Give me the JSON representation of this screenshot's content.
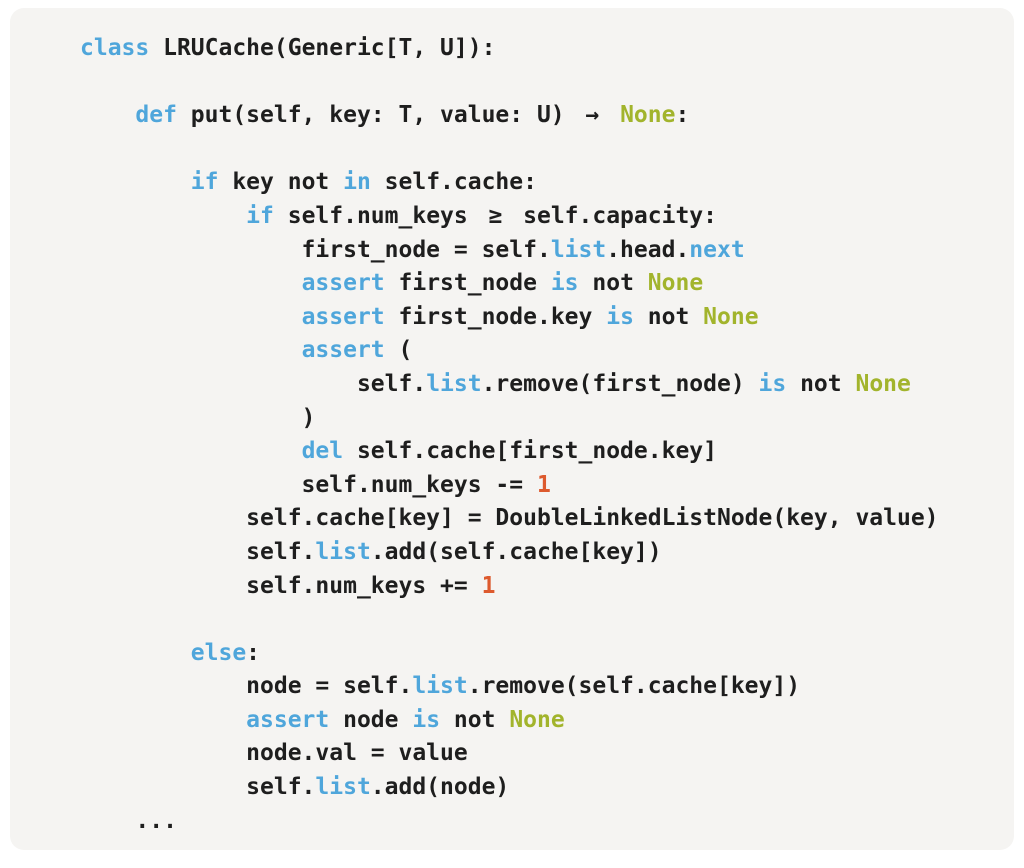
{
  "code": {
    "colors": {
      "page_background": "#ffffff",
      "card_background": "#f5f4f2",
      "text": "#1e1e1e",
      "keyword": "#4fa6db",
      "constant": "#a2b42c",
      "number": "#dd5a2e"
    },
    "lines": [
      {
        "segments": [
          {
            "t": "kw",
            "s": "class"
          },
          {
            "t": "p",
            "s": " LRUCache(Generic[T, U]):"
          }
        ]
      },
      {
        "segments": []
      },
      {
        "segments": [
          {
            "t": "p",
            "s": "    "
          },
          {
            "t": "kw",
            "s": "def"
          },
          {
            "t": "p",
            "s": " put(self, key: T, value: U) "
          },
          {
            "t": "lig",
            "s": "→"
          },
          {
            "t": "p",
            "s": " "
          },
          {
            "t": "c",
            "s": "None"
          },
          {
            "t": "p",
            "s": ":"
          }
        ]
      },
      {
        "segments": []
      },
      {
        "segments": [
          {
            "t": "p",
            "s": "        "
          },
          {
            "t": "kw",
            "s": "if"
          },
          {
            "t": "p",
            "s": " key not "
          },
          {
            "t": "kw",
            "s": "in"
          },
          {
            "t": "p",
            "s": " self.cache:"
          }
        ]
      },
      {
        "segments": [
          {
            "t": "p",
            "s": "            "
          },
          {
            "t": "kw",
            "s": "if"
          },
          {
            "t": "p",
            "s": " self.num_keys "
          },
          {
            "t": "lig",
            "s": "≥"
          },
          {
            "t": "p",
            "s": " self.capacity:"
          }
        ]
      },
      {
        "segments": [
          {
            "t": "p",
            "s": "                first_node = self."
          },
          {
            "t": "kw",
            "s": "list"
          },
          {
            "t": "p",
            "s": ".head."
          },
          {
            "t": "kw",
            "s": "next"
          }
        ]
      },
      {
        "segments": [
          {
            "t": "p",
            "s": "                "
          },
          {
            "t": "kw",
            "s": "assert"
          },
          {
            "t": "p",
            "s": " first_node "
          },
          {
            "t": "kw",
            "s": "is"
          },
          {
            "t": "p",
            "s": " not "
          },
          {
            "t": "c",
            "s": "None"
          }
        ]
      },
      {
        "segments": [
          {
            "t": "p",
            "s": "                "
          },
          {
            "t": "kw",
            "s": "assert"
          },
          {
            "t": "p",
            "s": " first_node.key "
          },
          {
            "t": "kw",
            "s": "is"
          },
          {
            "t": "p",
            "s": " not "
          },
          {
            "t": "c",
            "s": "None"
          }
        ]
      },
      {
        "segments": [
          {
            "t": "p",
            "s": "                "
          },
          {
            "t": "kw",
            "s": "assert"
          },
          {
            "t": "p",
            "s": " ("
          }
        ]
      },
      {
        "segments": [
          {
            "t": "p",
            "s": "                    self."
          },
          {
            "t": "kw",
            "s": "list"
          },
          {
            "t": "p",
            "s": ".remove(first_node) "
          },
          {
            "t": "kw",
            "s": "is"
          },
          {
            "t": "p",
            "s": " not "
          },
          {
            "t": "c",
            "s": "None"
          }
        ]
      },
      {
        "segments": [
          {
            "t": "p",
            "s": "                )"
          }
        ]
      },
      {
        "segments": [
          {
            "t": "p",
            "s": "                "
          },
          {
            "t": "kw",
            "s": "del"
          },
          {
            "t": "p",
            "s": " self.cache[first_node.key]"
          }
        ]
      },
      {
        "segments": [
          {
            "t": "p",
            "s": "                self.num_keys -= "
          },
          {
            "t": "n",
            "s": "1"
          }
        ]
      },
      {
        "segments": [
          {
            "t": "p",
            "s": "            self.cache[key] = DoubleLinkedListNode(key, value)"
          }
        ]
      },
      {
        "segments": [
          {
            "t": "p",
            "s": "            self."
          },
          {
            "t": "kw",
            "s": "list"
          },
          {
            "t": "p",
            "s": ".add(self.cache[key])"
          }
        ]
      },
      {
        "segments": [
          {
            "t": "p",
            "s": "            self.num_keys += "
          },
          {
            "t": "n",
            "s": "1"
          }
        ]
      },
      {
        "segments": []
      },
      {
        "segments": [
          {
            "t": "p",
            "s": "        "
          },
          {
            "t": "kw",
            "s": "else"
          },
          {
            "t": "p",
            "s": ":"
          }
        ]
      },
      {
        "segments": [
          {
            "t": "p",
            "s": "            node = self."
          },
          {
            "t": "kw",
            "s": "list"
          },
          {
            "t": "p",
            "s": ".remove(self.cache[key])"
          }
        ]
      },
      {
        "segments": [
          {
            "t": "p",
            "s": "            "
          },
          {
            "t": "kw",
            "s": "assert"
          },
          {
            "t": "p",
            "s": " node "
          },
          {
            "t": "kw",
            "s": "is"
          },
          {
            "t": "p",
            "s": " not "
          },
          {
            "t": "c",
            "s": "None"
          }
        ]
      },
      {
        "segments": [
          {
            "t": "p",
            "s": "            node.val = value"
          }
        ]
      },
      {
        "segments": [
          {
            "t": "p",
            "s": "            self."
          },
          {
            "t": "kw",
            "s": "list"
          },
          {
            "t": "p",
            "s": ".add(node)"
          }
        ]
      },
      {
        "segments": [
          {
            "t": "p",
            "s": "    ..."
          }
        ]
      }
    ]
  }
}
